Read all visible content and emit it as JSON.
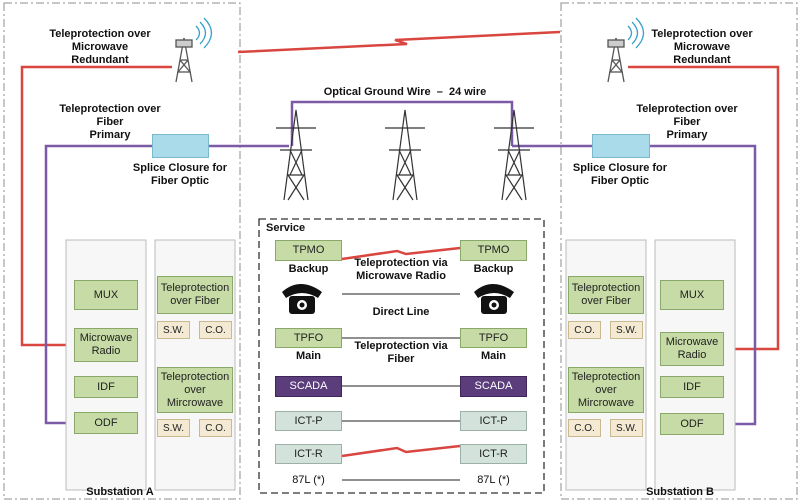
{
  "diagram": {
    "left_labels": {
      "microwave_title": "Teleprotection over\nMicrowave\nRedundant",
      "fiber_title": "Teleprotection over\nFiber\nPrimary",
      "splice": "Splice Closure for\nFiber Optic",
      "substation": "Substation A"
    },
    "right_labels": {
      "microwave_title": "Teleprotection over\nMicrowave\nRedundant",
      "fiber_title": "Teleprotection over\nFiber\nPrimary",
      "splice": "Splice Closure for\nFiber Optic",
      "substation": "Substation B"
    },
    "opgw": "Optical Ground Wire  –  24 wire",
    "service": {
      "title": "Service",
      "tpmo": "TPMO",
      "backup": "Backup",
      "tp_microwave": "Teleprotection via\nMicrowave Radio",
      "direct_line": "Direct Line",
      "tpfo": "TPFO",
      "main": "Main",
      "tp_fiber": "Teleprotection via\nFiber",
      "scada": "SCADA",
      "ictp": "ICT-P",
      "ictr": "ICT-R",
      "l87": "87L (*)"
    },
    "station_a": {
      "mux": "MUX",
      "mw_radio": "Microwave\nRadio",
      "idf": "IDF",
      "odf": "ODF",
      "tp_fiber": "Teleprotection\nover Fiber",
      "tp_mw": "Teleprotection\nover\nMircrowave",
      "sw": "S.W.",
      "co": "C.O."
    },
    "station_b": {
      "mux": "MUX",
      "mw_radio": "Microwave\nRadio",
      "idf": "IDF",
      "odf": "ODF",
      "tp_fiber": "Teleprotection\nover Fiber",
      "tp_mw": "Teleprotection\nover\nMircrowave",
      "sw": "S.W.",
      "co": "C.O."
    },
    "colors": {
      "microwave_link": "#d9463f",
      "fiber_link": "#7b5aa6",
      "module_green": "#c6dba5",
      "scada": "#5a3d7a"
    }
  }
}
